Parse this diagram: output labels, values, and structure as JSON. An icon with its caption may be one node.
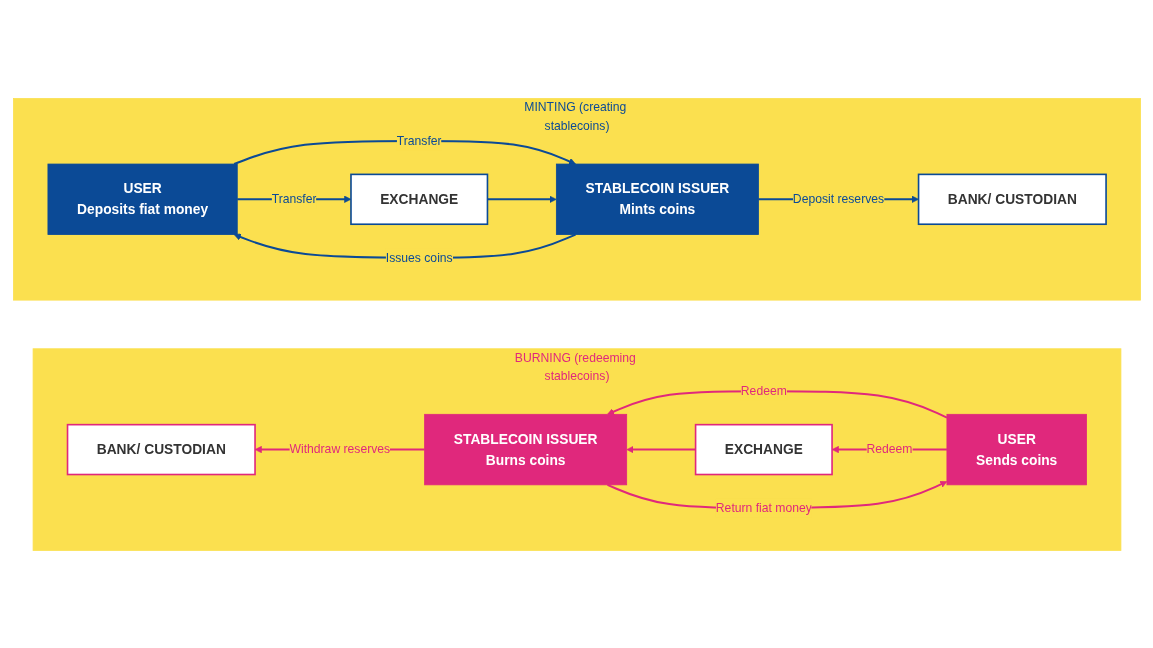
{
  "diagram": {
    "nodes": [
      {
        "text": [
          "MINTING (creating stablecoins)"
        ]
      },
      {
        "text": [
          "USER",
          "Deposits fiat money"
        ],
        "in": 0
      },
      {
        "text": [
          "EXCHANGE"
        ],
        "in": 0
      },
      {
        "text": [
          "STABLECOIN ISSUER",
          "Mints coins"
        ],
        "in": 0
      },
      {
        "text": [
          "BANK/ CUSTODIAN"
        ],
        "in": 0
      },
      {
        "text": [
          "BURNING (redeeming stablecoins)"
        ]
      },
      {
        "text": [
          "BANK/ CUSTODIAN"
        ],
        "in": 5
      },
      {
        "text": [
          "STABLECOIN ISSUER",
          "Burns coins"
        ],
        "in": 5
      },
      {
        "text": [
          "EXCHANGE"
        ],
        "in": 5
      },
      {
        "text": [
          "USER",
          "Sends coins"
        ],
        "in": 5
      }
    ],
    "edges": [
      {
        "from": 1,
        "to": 3,
        "arrow": "to",
        "label": "Transfer",
        "color": "#0b4a96"
      },
      {
        "from": 1,
        "to": 2,
        "arrow": "to",
        "label": "Transfer",
        "color": "#0b4a96"
      },
      {
        "from": 2,
        "to": 3,
        "arrow": "to",
        "color": "#0b4a96"
      },
      {
        "from": 3,
        "to": 4,
        "arrow": "to",
        "label": "Deposit reserves",
        "color": "#0b4a96"
      },
      {
        "from": 3,
        "to": 1,
        "arrow": "to",
        "label": "Issues coins",
        "color": "#0b4a96"
      },
      {
        "from": 9,
        "to": 7,
        "arrow": "to",
        "label": "Redeem",
        "color": "#e0287c"
      },
      {
        "from": 9,
        "to": 8,
        "arrow": "to",
        "label": "Redeem",
        "color": "#e0287c"
      },
      {
        "from": 8,
        "to": 7,
        "arrow": "to",
        "color": "#e0287c"
      },
      {
        "from": 7,
        "to": 6,
        "arrow": "to",
        "label": "Withdraw reserves",
        "color": "#e0287c"
      },
      {
        "from": 7,
        "to": 9,
        "arrow": "to",
        "label": "Return fiat money",
        "color": "#e0287c"
      }
    ]
  }
}
